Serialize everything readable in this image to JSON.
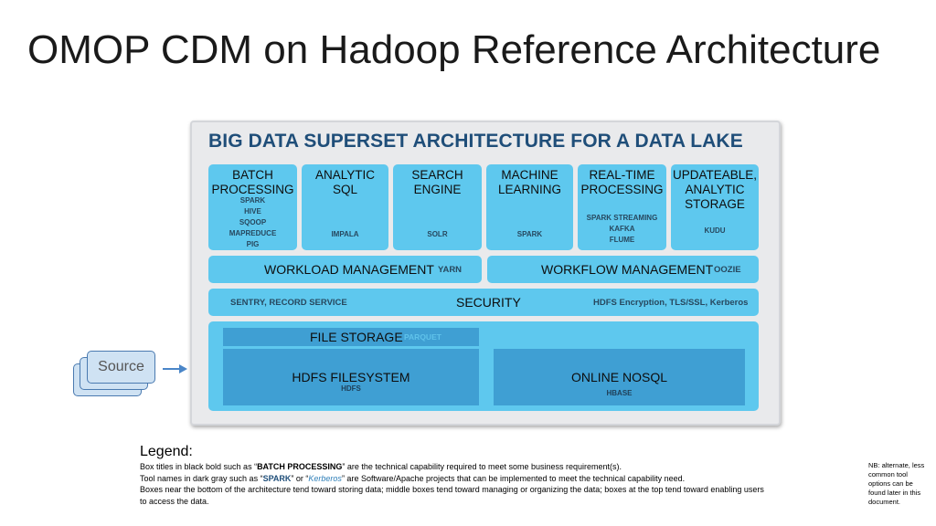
{
  "title": "OMOP CDM on Hadoop Reference Architecture",
  "panel_title": "BIG DATA SUPERSET ARCHITECTURE FOR A DATA LAKE",
  "capabilities": [
    {
      "title_lines": [
        "BATCH",
        "PROCESSING"
      ],
      "tools": [
        "SPARK",
        "HIVE",
        "SQOOP",
        "MAPREDUCE",
        "PIG"
      ]
    },
    {
      "title_lines": [
        "ANALYTIC",
        "SQL"
      ],
      "tools": [
        "IMPALA"
      ]
    },
    {
      "title_lines": [
        "SEARCH",
        "ENGINE"
      ],
      "tools": [
        "SOLR"
      ]
    },
    {
      "title_lines": [
        "MACHINE",
        "LEARNING"
      ],
      "tools": [
        "SPARK"
      ]
    },
    {
      "title_lines": [
        "REAL-TIME",
        "PROCESSING"
      ],
      "tools": [
        "SPARK STREAMING",
        "KAFKA",
        "FLUME"
      ]
    },
    {
      "title_lines": [
        "UPDATEABLE,",
        "ANALYTIC",
        "STORAGE"
      ],
      "tools": [
        "KUDU"
      ]
    }
  ],
  "workload": {
    "label": "WORKLOAD MANAGEMENT",
    "tool": "YARN"
  },
  "workflow": {
    "label": "WORKFLOW MANAGEMENT",
    "tool": "OOZIE"
  },
  "security": {
    "label": "SECURITY",
    "left_tool": "SENTRY, RECORD SERVICE",
    "right_tool": "HDFS Encryption, TLS/SSL, Kerberos"
  },
  "file_storage": {
    "label": "FILE STORAGE",
    "tool": "PARQUET"
  },
  "hdfs": {
    "label": "HDFS FILESYSTEM",
    "tool": "HDFS"
  },
  "nosql": {
    "label": "ONLINE NOSQL",
    "tool": "HBASE"
  },
  "source": {
    "label": "Source"
  },
  "legend": {
    "title": "Legend:",
    "line1": {
      "pre": "Box titles in black bold such as “",
      "bold": "BATCH PROCESSING",
      "post": "” are the technical capability required to meet some business requirement(s)."
    },
    "line2": {
      "pre": "Tool names in dark gray such as “",
      "tool1": "SPARK",
      "mid": "” or “",
      "tool2": "Kerberos",
      "post": "” are Software/Apache projects that can be implemented to meet the technical capability need."
    },
    "line3": "Boxes near the bottom of the architecture tend toward storing data; middle boxes tend toward managing or organizing the data; boxes at the top tend toward enabling users",
    "line4": "to access the data."
  },
  "note": "NB: alternate, less common tool options can be found later in this document."
}
